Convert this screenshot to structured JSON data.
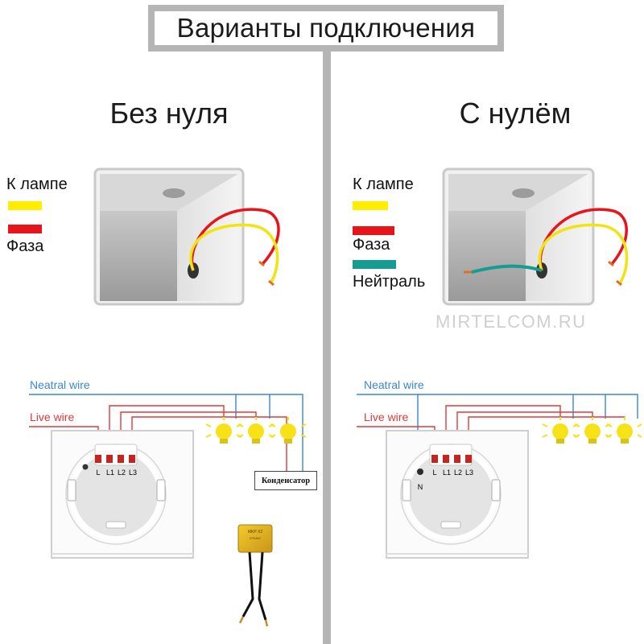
{
  "title": "Варианты подключения",
  "left": {
    "heading": "Без нуля",
    "legend": [
      {
        "label": "К лампе",
        "color": "#ffee00"
      },
      {
        "label": "Фаза",
        "color": "#e8141c"
      }
    ],
    "neutral_wire_label": "Neatral wire",
    "live_wire_label": "Live wire",
    "terminals": [
      "L",
      "L1",
      "L2",
      "L3"
    ],
    "capacitor_label": "Конденсатор"
  },
  "right": {
    "heading": "С нулём",
    "legend": [
      {
        "label": "К лампе",
        "color": "#ffee00"
      },
      {
        "label": "Фаза",
        "color": "#e8141c"
      },
      {
        "label": "Нейтраль",
        "color": "#169c91"
      }
    ],
    "neutral_wire_label": "Neatral wire",
    "live_wire_label": "Live wire",
    "terminals": [
      "L",
      "L1",
      "L2",
      "L3"
    ],
    "neutral_terminal": "N"
  },
  "watermark": "MIRTELCOM.RU",
  "colors": {
    "neutral_wire": "#3a86d6",
    "live_wire": "#e03a3a",
    "frame": "#b5b5b5",
    "bulb": "#f7e21a"
  }
}
